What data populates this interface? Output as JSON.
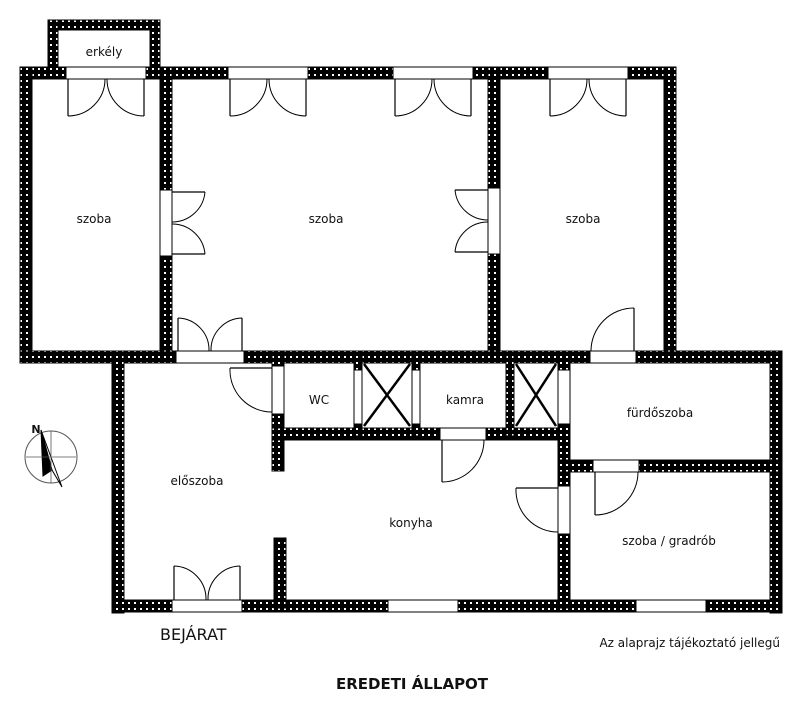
{
  "rooms": {
    "balcony": "erkély",
    "room_left": "szoba",
    "room_center": "szoba",
    "room_right": "szoba",
    "wc": "WC",
    "pantry": "kamra",
    "bathroom": "fürdőszoba",
    "hall": "előszoba",
    "kitchen": "konyha",
    "wardrobe_room": "szoba / gradrób"
  },
  "entrance_label": "BEJÁRAT",
  "disclaimer": "Az alaprajz tájékoztató jellegű",
  "title": "EREDETI ÁLLAPOT",
  "compass": {
    "label": "N"
  }
}
